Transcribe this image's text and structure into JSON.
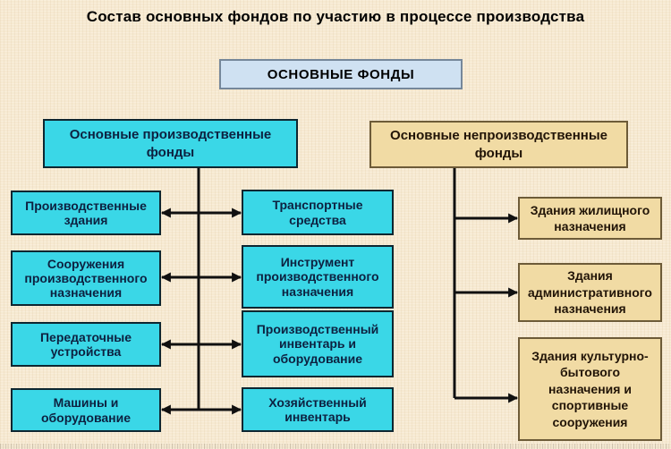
{
  "page": {
    "title": "Состав основных фондов по участию в процессе производства"
  },
  "root_node": {
    "label": "ОСНОВНЫЕ ФОНДЫ"
  },
  "left_group": {
    "header": "Основные производственные фонды",
    "col1": [
      "Производственные здания",
      "Сооружения производственного назначения",
      "Передаточные устройства",
      "Машины и оборудование"
    ],
    "col2": [
      "Транспортные средства",
      "Инструмент производственного назначения",
      "Производственный инвентарь и оборудование",
      "Хозяйственный инвентарь"
    ]
  },
  "right_group": {
    "header": "Основные непроизводственные фонды",
    "items": [
      "Здания жилищного назначения",
      "Здания административного назначения",
      "Здания культурно-бытового назначения и спортивные сооружения"
    ]
  },
  "colors": {
    "background": "#f6e9d1",
    "production_fill": "#3ad7e7",
    "production_border": "#0e2630",
    "production_text": "#0d2140",
    "nonproduction_fill": "#f1dba4",
    "nonproduction_border": "#6d5b38",
    "nonproduction_text": "#211407",
    "root_fill": "#cfe1f2",
    "root_border": "#75879a",
    "connector": "#101010"
  }
}
